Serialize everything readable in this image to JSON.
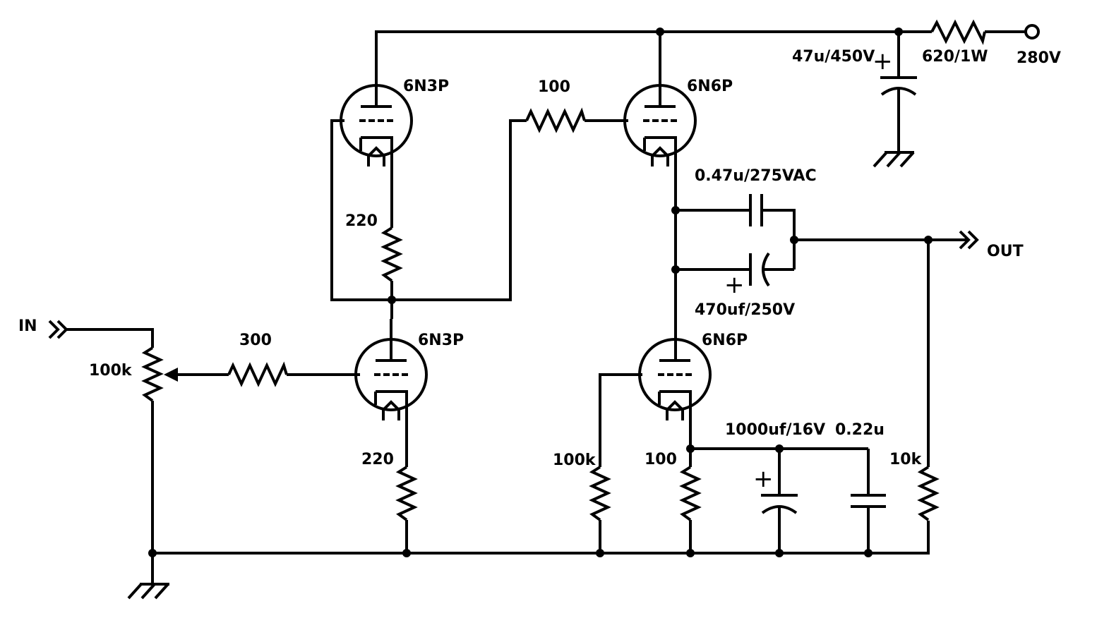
{
  "labels": {
    "supply_voltage": "280V",
    "supply_resistor": "620/1W",
    "supply_cap": "47u/450V",
    "input": "IN",
    "output": "OUT",
    "input_pot": "100k",
    "grid_resistor_1": "300",
    "grid_resistor_2": "100",
    "tube_upper_left": "6N3P",
    "tube_lower_left": "6N3P",
    "tube_upper_right": "6N6P",
    "tube_lower_right": "6N6P",
    "cathode_resistor_upper": "220",
    "cathode_resistor_lower": "220",
    "output_film_cap": "0.47u/275VAC",
    "output_elec_cap": "470uf/250V",
    "grid_leak_resistor": "100k",
    "cathode_resistor_right": "100",
    "bypass_elec_cap": "1000uf/16V",
    "bypass_film_cap": "0.22u",
    "load_resistor": "10k"
  },
  "polarity": {
    "plus_sign": "+"
  }
}
